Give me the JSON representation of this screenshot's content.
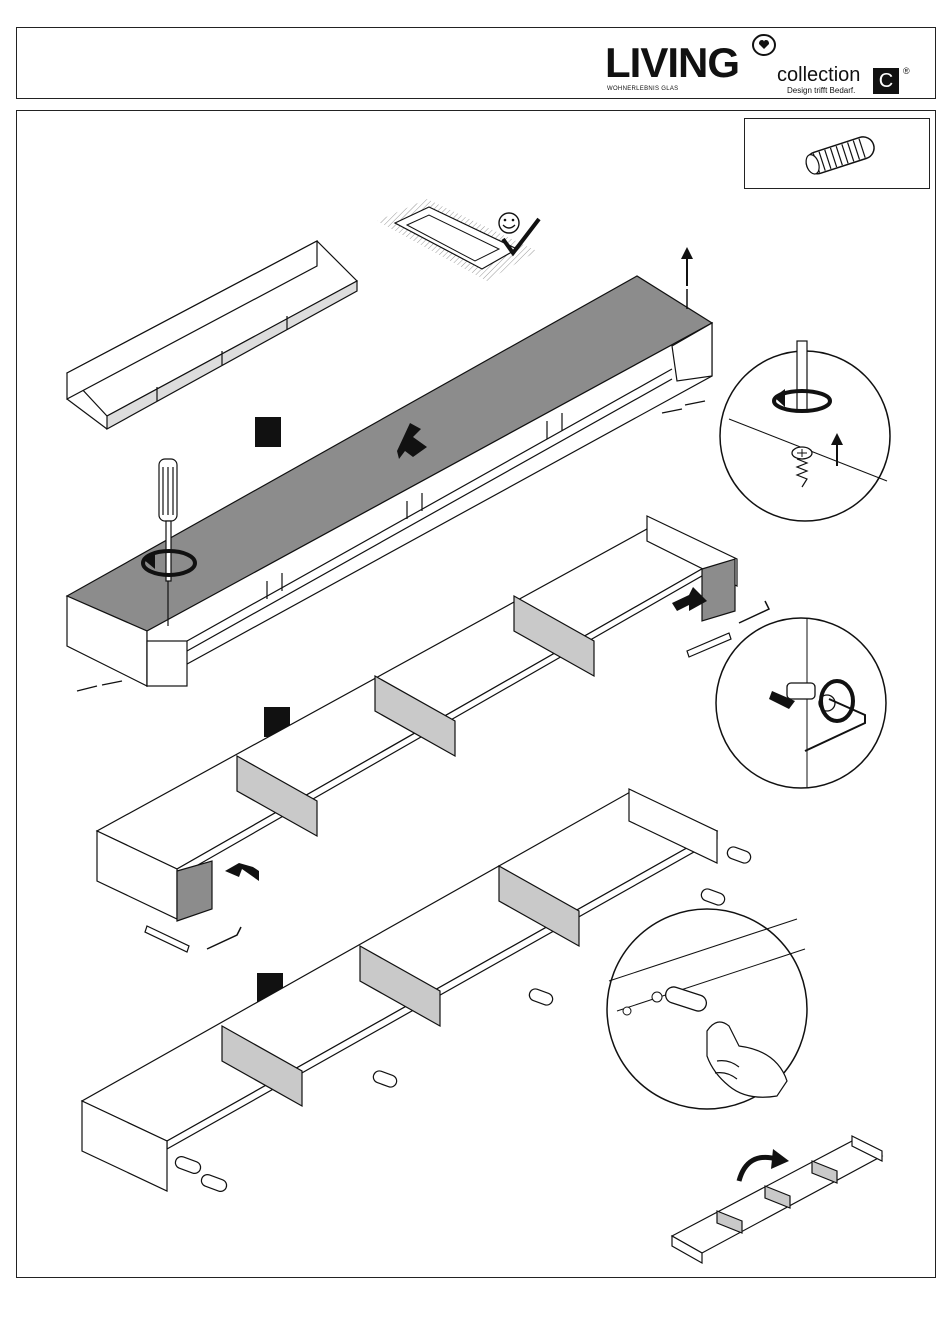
{
  "header": {
    "brand_name": "LIVING",
    "brand_tagline": "WOHNERLEBNIS GLAS",
    "collection_label": "collection",
    "collection_letter": "C",
    "registered_mark": "®",
    "collection_slogan": "Design trifft Bedarf."
  },
  "legend": {
    "icon": "dowel-icon"
  },
  "steps": [
    {
      "icon": "step-marker-square"
    },
    {
      "icon": "step-marker-square"
    },
    {
      "icon": "step-marker-square"
    }
  ],
  "icons": [
    "smiley-checkmark-icon",
    "arrow-up-icon",
    "screwdriver-icon",
    "rotation-arrow-icon",
    "allen-key-icon",
    "cam-bolt-icon",
    "hand-icon",
    "flip-arrow-icon"
  ],
  "colors": {
    "panel_gray": "#8c8c8c",
    "divider_gray": "#c9c9c9",
    "line": "#111111",
    "marker": "#111111"
  }
}
